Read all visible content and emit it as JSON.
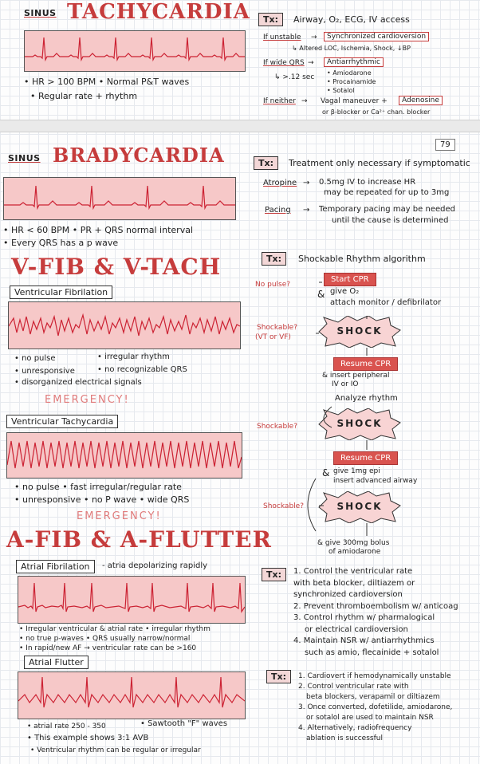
{
  "tachy": {
    "prefix": "SINUS",
    "title": "TACHYCARDIA",
    "bullets": [
      "• HR > 100 BPM  • Normal P&T waves",
      "• Regular rate + rhythm"
    ],
    "tx_label": "Tx:",
    "tx_line": "Airway, O₂, ECG, IV access",
    "unstable_label": "If unstable",
    "unstable_action": "Synchronized cardioversion",
    "unstable_note": "↳ Altered LOC, Ischemia, Shock, ↓BP",
    "wide_label": "If wide QRS",
    "wide_action": "Antiarrhythmic",
    "wide_sec": "↳ >.12 sec",
    "drugs": [
      "• Amiodarone",
      "• Procainamide",
      "• Sotalol"
    ],
    "neither_label": "If neither",
    "neither_action": "Vagal maneuver +",
    "adenosine": "Adenosine",
    "neither_alt": "or β-blocker or Ca²⁺ chan. blocker"
  },
  "page_number": "79",
  "brady": {
    "prefix": "SINUS",
    "title": "BRADYCARDIA",
    "bullets": [
      "• HR < 60 BPM  • PR + QRS normal interval",
      "• Every QRS has a p wave"
    ],
    "tx_label": "Tx:",
    "tx_line": "Treatment only necessary if symptomatic",
    "atropine_label": "Atropine",
    "atropine_text": [
      "0.5mg IV to increase HR",
      "may be repeated for up to 3mg"
    ],
    "pacing_label": "Pacing",
    "pacing_text": [
      "Temporary pacing may be needed",
      "until the cause is determined"
    ]
  },
  "vfib": {
    "title": "V-FIB & V-TACH",
    "vf_label": "Ventricular Fibrilation",
    "vf_bullets": [
      "• no pulse",
      "• irregular rhythm",
      "• unresponsive",
      "• no recognizable QRS",
      "• disorganized electrical signals"
    ],
    "emergency": "EMERGENCY!",
    "vt_label": "Ventricular Tachycardia",
    "vt_bullets": [
      "• no pulse • fast irregular/regular rate",
      "• unresponsive  • no P wave   • wide QRS"
    ],
    "emergency2": "EMERGENCY!"
  },
  "algo": {
    "tx_label": "Tx:",
    "title": "Shockable Rhythm algorithm",
    "no_pulse": "No pulse?",
    "start_cpr": "Start CPR",
    "give_o2": "give O₂",
    "attach": "attach monitor / defibrilator",
    "shockable1": "Shockable?",
    "vt_vf": "(VT or VF)",
    "shock": "SHOCK",
    "resume_cpr": "Resume CPR",
    "insert_iv": [
      "& insert peripheral",
      "IV or IO"
    ],
    "analyze": "Analyze rhythm",
    "shockable2": "Shockable?",
    "give_epi": "give 1mg epi",
    "airway": "insert advanced airway",
    "shockable3": "Shockable?",
    "amio": [
      "& give 300mg bolus",
      "of amiodarone"
    ]
  },
  "afib": {
    "title": "A-FIB & A-FLUTTER",
    "af_label": "Atrial Fibrilation",
    "af_desc": "- atria depolarizing rapidly",
    "af_bullets": [
      "• Irregular ventricular & atrial rate  • irregular rhythm",
      "• no true p-waves • QRS usually narrow/normal",
      "• In rapid/new AF → ventricular rate can be >160"
    ],
    "fl_label": "Atrial Flutter",
    "fl_bullets": [
      "• atrial rate 250 - 350",
      "• Sawtooth \"F\" waves",
      "• This example shows 3:1 AVB",
      "• Ventricular rhythm can be regular or irregular"
    ],
    "tx1_label": "Tx:",
    "tx1_items": [
      "1. Control the ventricular rate",
      "with beta blocker, diltiazem or",
      "synchronized cardioversion",
      "2. Prevent thromboembolism w/ anticoag",
      "3. Control rhythm w/ pharmalogical",
      "or electrical cardioversion",
      "4. Maintain NSR w/ antiarrhythmics",
      "such as amio, flecainide + sotalol"
    ],
    "tx2_label": "Tx:",
    "tx2_items": [
      "1. Cardiovert if hemodynamically unstable",
      "2. Control ventricular rate with",
      "beta blockers, verapamil or diltiazem",
      "3. Once converted, dofetilide, amiodarone,",
      "or sotalol are used to maintain NSR",
      "4. Alternatively, radiofrequency",
      "ablation is successful"
    ]
  }
}
